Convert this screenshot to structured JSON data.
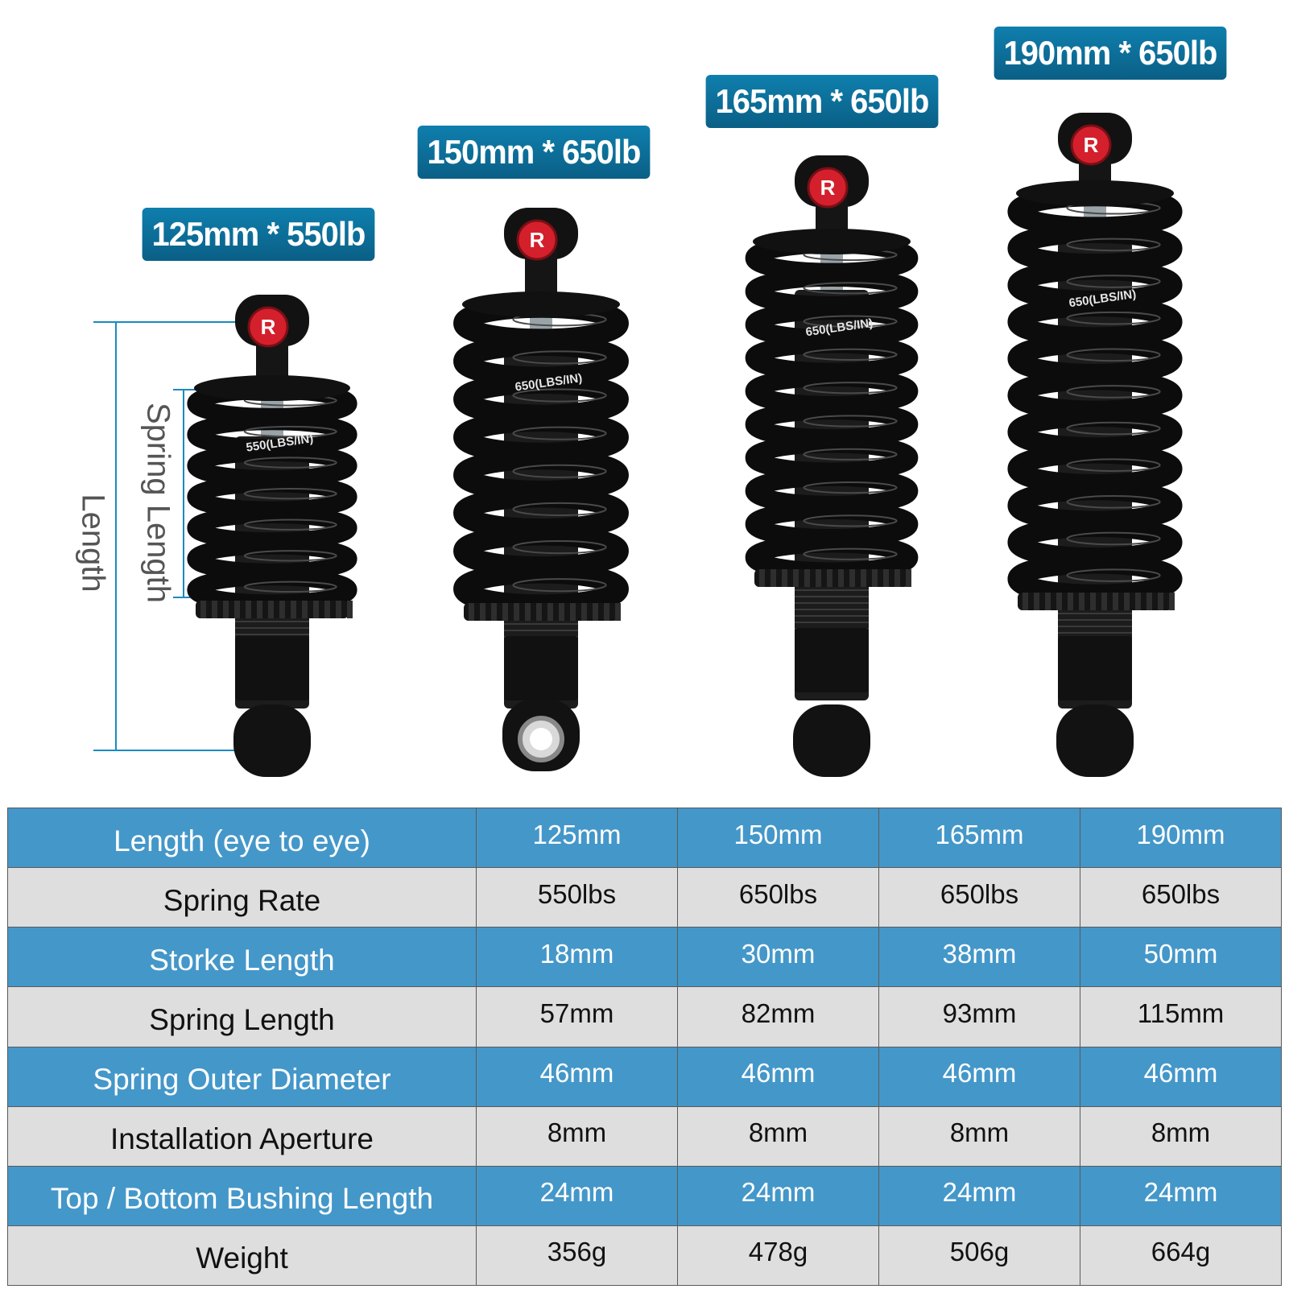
{
  "badges": [
    "125mm * 550lb",
    "150mm * 650lb",
    "165mm * 650lb",
    "190mm * 650lb"
  ],
  "spring_markings": [
    "550(LBS/IN)",
    "650(LBS/IN)",
    "650(LBS/IN)",
    "650(LBS/IN)"
  ],
  "dimension_labels": {
    "length": "Length",
    "spring_length": "Spring Length"
  },
  "colors": {
    "badge": "#0e76a5",
    "row_blue": "#4497c9",
    "row_grey": "#dedede",
    "knob": "#d4202c",
    "dim_line": "#1a8ac0"
  },
  "table": {
    "rows": [
      {
        "label": "Length (eye to eye)",
        "values": [
          "125mm",
          "150mm",
          "165mm",
          "190mm"
        ]
      },
      {
        "label": "Spring Rate",
        "values": [
          "550lbs",
          "650lbs",
          "650lbs",
          "650lbs"
        ]
      },
      {
        "label": "Storke Length",
        "values": [
          "18mm",
          "30mm",
          "38mm",
          "50mm"
        ]
      },
      {
        "label": "Spring Length",
        "values": [
          "57mm",
          "82mm",
          "93mm",
          "115mm"
        ]
      },
      {
        "label": "Spring Outer Diameter",
        "values": [
          "46mm",
          "46mm",
          "46mm",
          "46mm"
        ]
      },
      {
        "label": "Installation Aperture",
        "values": [
          "8mm",
          "8mm",
          "8mm",
          "8mm"
        ]
      },
      {
        "label": "Top / Bottom Bushing Length",
        "values": [
          "24mm",
          "24mm",
          "24mm",
          "24mm"
        ]
      },
      {
        "label": "Weight",
        "values": [
          "356g",
          "478g",
          "506g",
          "664g"
        ]
      }
    ]
  }
}
